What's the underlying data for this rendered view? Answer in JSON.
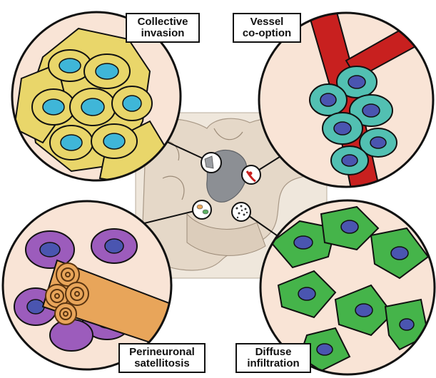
{
  "labels": {
    "collective": {
      "line1": "Collective",
      "line2": "invasion"
    },
    "vessel": {
      "line1": "Vessel",
      "line2": "co-option"
    },
    "perineuronal": {
      "line1": "Perineuronal",
      "line2": "satellitosis"
    },
    "diffuse": {
      "line1": "Diffuse",
      "line2": "infiltration"
    }
  },
  "colors": {
    "background": "#ffffff",
    "panel_fill": "#f9e4d6",
    "outline": "#111111",
    "collective_cell": "#e9d66a",
    "collective_nucleus": "#3fb6d8",
    "vessel_red": "#c8201f",
    "vessel_cell": "#52c0b2",
    "nucleus_blue": "#4a55b0",
    "neuron_orange": "#e8a55a",
    "satellite_purple": "#9c5cbc",
    "diffuse_green": "#45b44a",
    "tumor_gray": "#8c8f94",
    "brain_tissue": "#e8ddd0"
  },
  "icons": [
    "magnifier-circle-icon"
  ]
}
